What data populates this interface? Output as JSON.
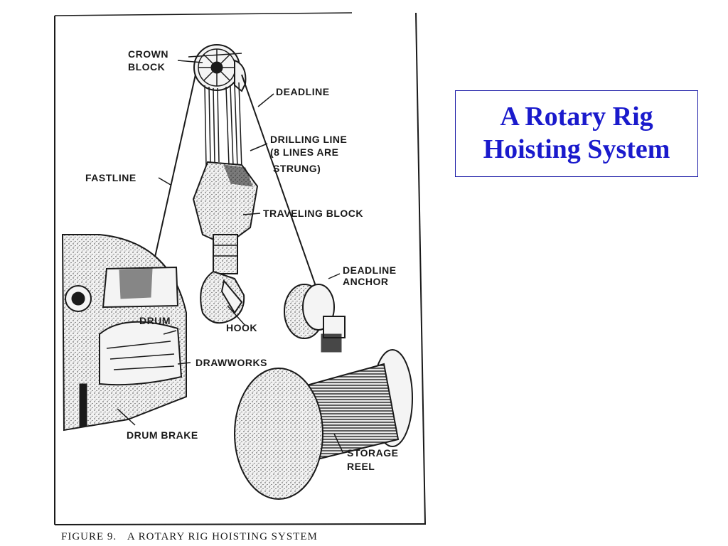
{
  "slide_title": {
    "line1": "A Rotary Rig",
    "line2": "Hoisting System"
  },
  "figure": {
    "labels": {
      "crown_block_1": "CROWN",
      "crown_block_2": "BLOCK",
      "deadline": "DEADLINE",
      "drilling_line_1": "DRILLING LINE",
      "drilling_line_2": "(8 LINES ARE",
      "drilling_line_3": "STRUNG)",
      "fastline": "FASTLINE",
      "traveling_block": "TRAVELING BLOCK",
      "deadline_anchor_1": "DEADLINE",
      "deadline_anchor_2": "ANCHOR",
      "drum": "DRUM",
      "hook": "HOOK",
      "drawworks": "DRAWWORKS",
      "drum_brake": "DRUM BRAKE",
      "storage_reel_1": "STORAGE",
      "storage_reel_2": "REEL"
    },
    "caption": {
      "number": "FIGURE 9.",
      "text": "A ROTARY RIG HOISTING SYSTEM"
    }
  },
  "colors": {
    "title": "#1a1acc",
    "title_border": "#1a1aa6",
    "ink": "#1a1a1a"
  }
}
